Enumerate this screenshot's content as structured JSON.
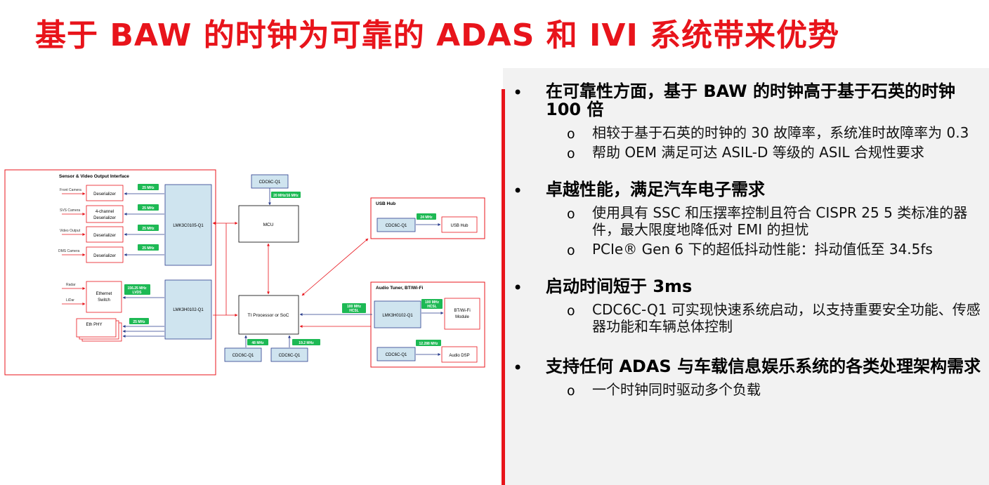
{
  "title": "基于 BAW 的时钟为可靠的 ADAS 和 IVI 系统带来优势",
  "bullets": [
    {
      "text": "在可靠性方面，基于 BAW 的时钟高于基于石英的时钟 100 倍",
      "subs": [
        "相较于基于石英的时钟的 30 故障率，系统准时故障率为 0.3",
        "帮助 OEM 满足可达 ASIL-D 等级的 ASIL 合规性要求"
      ]
    },
    {
      "text": "卓越性能，满足汽车电子需求",
      "subs": [
        "使用具有 SSC 和压摆率控制且符合 CISPR 25 5 类标准的器件，最大限度地降低对 EMI 的担忧",
        "PCIe® Gen 6 下的超低抖动性能：抖动值低至 34.5fs"
      ]
    },
    {
      "text": "启动时间短于 3ms",
      "subs": [
        "CDC6C-Q1 可实现快速系统启动，以支持重要安全功能、传感器功能和车辆总体控制"
      ]
    },
    {
      "text": "支持任何 ADAS 与车载信息娱乐系统的各类处理架构需求",
      "subs": [
        "一个时钟同时驱动多个负载"
      ]
    }
  ],
  "sub_marker": "o",
  "bullet_marker": "•",
  "colors": {
    "accent_red": "#e8141b",
    "block_blue": "#cfe4ef",
    "freq_green": "#1db954",
    "panel_gray": "#f2f2f2"
  },
  "diagram": {
    "sensor_group_label": "Sensor & Video Output Interface",
    "usb_group_label": "USB Hub",
    "audio_group_label": "Audio Tuner, BT/Wi-Fi",
    "inputs": {
      "front_camera": "Front Camera",
      "svs_camera": "SVS Camera",
      "video_output": "Video Output",
      "dms_camera": "DMS Camera",
      "radar": "Radar",
      "lidar": "LiDar"
    },
    "blocks": {
      "deserializer_1": "Deserializer",
      "deserializer_4ch_line1": "4-channel",
      "deserializer_4ch_line2": "Deserializer",
      "deserializer_3": "Deserializer",
      "deserializer_4": "Deserializer",
      "ethernet_switch_line1": "Ethernet",
      "ethernet_switch_line2": "Switch",
      "eth_phy": "Eth PHY",
      "lmk3c0105": "LMK3C0105-Q1",
      "lmk3h0102_main": "LMK3H0102-Q1",
      "mcu": "MCU",
      "soc": "TI Processor or SoC",
      "cdc6c_top": "CDC6C-Q1",
      "cdc6c_bottom_1": "CDC6C-Q1",
      "cdc6c_bottom_2": "CDC6C-Q1",
      "cdc6c_usb": "CDC6C-Q1",
      "usb_hub": "USB Hub",
      "lmk3h0102_audio": "LMK3H0102-Q1",
      "bt_wifi_line1": "BT/Wi-Fi",
      "bt_wifi_line2": "Module",
      "cdc6c_audio": "CDC6C-Q1",
      "audio_dsp": "Audio DSP"
    },
    "freqs": {
      "f_25a": "25 MHz",
      "f_25b": "25 MHz",
      "f_25c": "25 MHz",
      "f_25d": "25 MHz",
      "f_156_line1": "156.25 MHz",
      "f_156_line2": "LVDS",
      "f_25e": "25 MHz",
      "f_mcu": "20 MHz/16 MHz",
      "f_48": "48 MHz",
      "f_19": "19.2 MHz",
      "f_24": "24 MHz",
      "f_hcsl_soc_line1": "100 MHz",
      "f_hcsl_soc_line2": "HCSL",
      "f_hcsl_bt_line1": "100 MHz",
      "f_hcsl_bt_line2": "HCSL",
      "f_12": "12.288 MHz"
    }
  }
}
